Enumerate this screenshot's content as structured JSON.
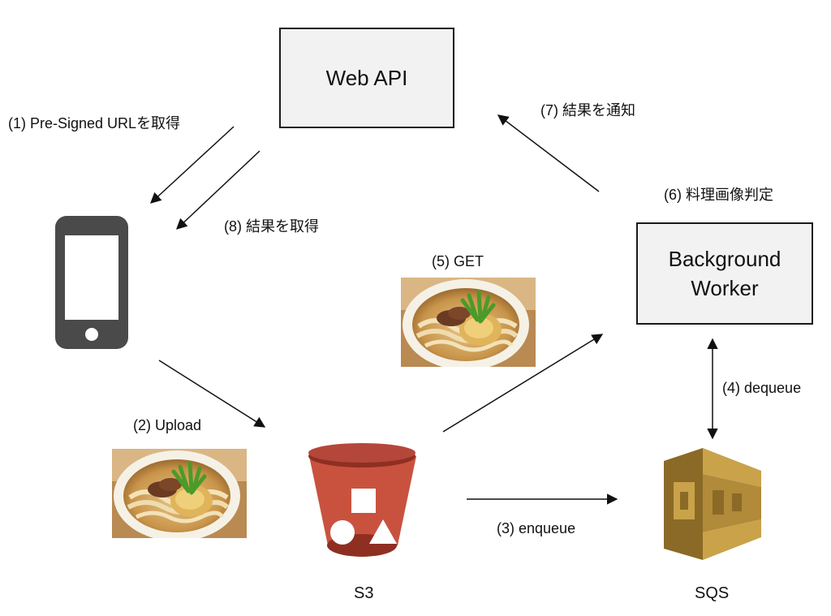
{
  "nodes": {
    "web_api": "Web API",
    "worker": "Background\nWorker",
    "s3": "S3",
    "sqs": "SQS"
  },
  "steps": {
    "s1": "(1) Pre-Signed URLを取得",
    "s2": "(2) Upload",
    "s3": "(3) enqueue",
    "s4": "(4) dequeue",
    "s5": "(5) GET",
    "s6": "(6) 料理画像判定",
    "s7": "(7) 結果を通知",
    "s8": "(8) 結果を取得"
  },
  "icons": [
    "smartphone-icon",
    "s3-bucket-icon",
    "sqs-queue-icon",
    "udon-photo"
  ],
  "colors": {
    "s3_red": "#c9523f",
    "s3_dark": "#8f2f22",
    "sqs_gold": "#c9a24a",
    "sqs_dark": "#8a6a26",
    "phone": "#4a4a4a"
  }
}
